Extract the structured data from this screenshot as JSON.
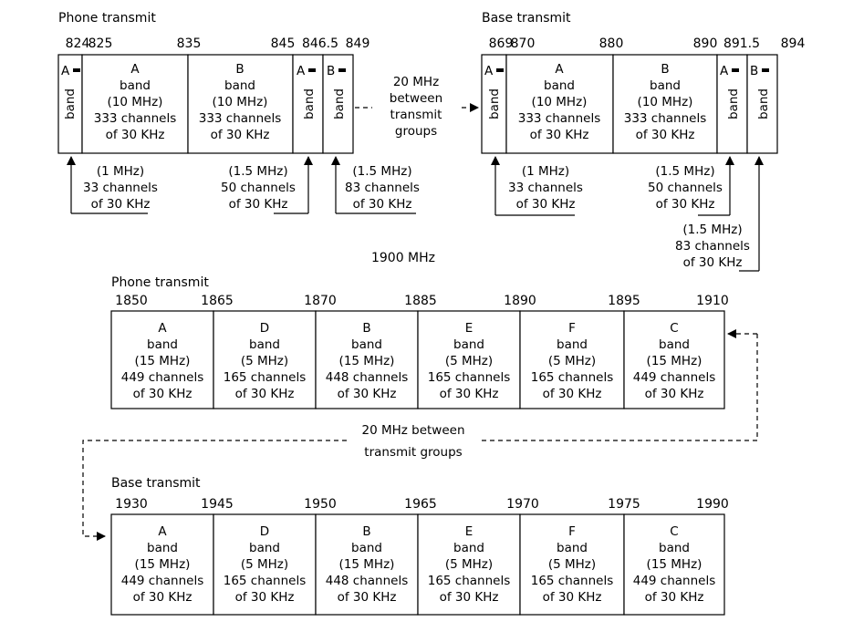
{
  "top_left": {
    "title": "Phone transmit",
    "ticks": [
      "824",
      "825",
      "835",
      "845",
      "846.5",
      "849"
    ],
    "bands": [
      {
        "type": "narrow",
        "letter": "A",
        "word": "band"
      },
      {
        "type": "wide",
        "lines": [
          "A",
          "band",
          "(10 MHz)",
          "333 channels",
          "of 30 KHz"
        ]
      },
      {
        "type": "wide",
        "lines": [
          "B",
          "band",
          "(10 MHz)",
          "333 channels",
          "of 30 KHz"
        ]
      },
      {
        "type": "narrow",
        "letter": "A",
        "word": "band"
      },
      {
        "type": "narrow",
        "letter": "B",
        "word": "band"
      }
    ],
    "notes": [
      [
        "(1 MHz)",
        "33 channels",
        "of 30 KHz"
      ],
      [
        "(1.5 MHz)",
        "50 channels",
        "of 30 KHz"
      ],
      [
        "(1.5 MHz)",
        "83 channels",
        "of 30 KHz"
      ]
    ]
  },
  "top_right": {
    "title": "Base transmit",
    "ticks": [
      "869",
      "870",
      "880",
      "890",
      "891.5",
      "894"
    ],
    "bands": [
      {
        "type": "narrow",
        "letter": "A",
        "word": "band"
      },
      {
        "type": "wide",
        "lines": [
          "A",
          "band",
          "(10 MHz)",
          "333 channels",
          "of 30 KHz"
        ]
      },
      {
        "type": "wide",
        "lines": [
          "B",
          "band",
          "(10 MHz)",
          "333 channels",
          "of 30 KHz"
        ]
      },
      {
        "type": "narrow",
        "letter": "A",
        "word": "band"
      },
      {
        "type": "narrow",
        "letter": "B",
        "word": "band"
      }
    ],
    "notes": [
      [
        "(1 MHz)",
        "33 channels",
        "of 30 KHz"
      ],
      [
        "(1.5 MHz)",
        "50 channels",
        "of 30 KHz"
      ],
      [
        "(1.5 MHz)",
        "83 channels",
        "of 30 KHz"
      ]
    ]
  },
  "top_gap_label": [
    "20 MHz",
    "between",
    "transmit",
    "groups"
  ],
  "pcs_heading": "1900 MHz",
  "pcs_phone": {
    "title": "Phone transmit",
    "ticks": [
      "1850",
      "1865",
      "1870",
      "1885",
      "1890",
      "1895",
      "1910"
    ],
    "bands": [
      [
        "A",
        "band",
        "(15 MHz)",
        "449 channels",
        "of 30 KHz"
      ],
      [
        "D",
        "band",
        "(5 MHz)",
        "165 channels",
        "of 30 KHz"
      ],
      [
        "B",
        "band",
        "(15 MHz)",
        "448 channels",
        "of 30 KHz"
      ],
      [
        "E",
        "band",
        "(5 MHz)",
        "165 channels",
        "of 30 KHz"
      ],
      [
        "F",
        "band",
        "(5 MHz)",
        "165 channels",
        "of 30 KHz"
      ],
      [
        "C",
        "band",
        "(15 MHz)",
        "449 channels",
        "of 30 KHz"
      ]
    ]
  },
  "pcs_gap_label": [
    "20 MHz between",
    "transmit groups"
  ],
  "pcs_base": {
    "title": "Base transmit",
    "ticks": [
      "1930",
      "1945",
      "1950",
      "1965",
      "1970",
      "1975",
      "1990"
    ],
    "bands": [
      [
        "A",
        "band",
        "(15 MHz)",
        "449 channels",
        "of 30 KHz"
      ],
      [
        "D",
        "band",
        "(5 MHz)",
        "165 channels",
        "of 30 KHz"
      ],
      [
        "B",
        "band",
        "(15 MHz)",
        "448 channels",
        "of 30 KHz"
      ],
      [
        "E",
        "band",
        "(5 MHz)",
        "165 channels",
        "of 30 KHz"
      ],
      [
        "F",
        "band",
        "(5 MHz)",
        "165 channels",
        "of 30 KHz"
      ],
      [
        "C",
        "band",
        "(15 MHz)",
        "449 channels",
        "of 30 KHz"
      ]
    ]
  }
}
